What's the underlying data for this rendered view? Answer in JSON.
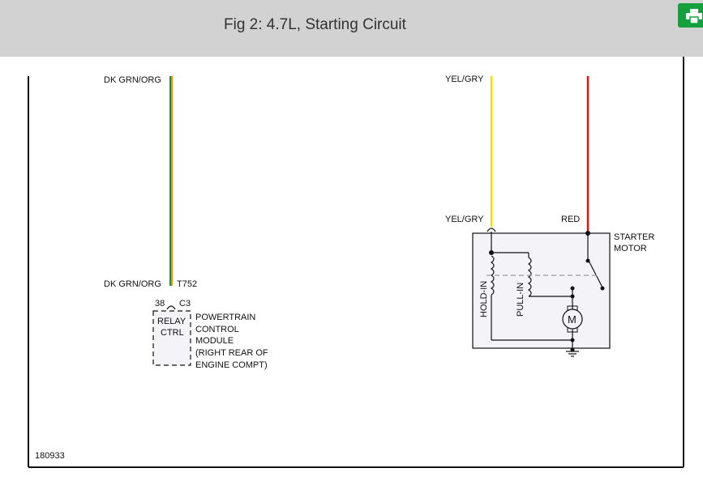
{
  "header": {
    "title": "Fig 2: 4.7L, Starting Circuit",
    "print_icon": "printer-icon",
    "accent_color": "#14a03c"
  },
  "diagram": {
    "wire_left_top": "DK GRN/ORG",
    "wire_left_bottom": "DK GRN/ORG",
    "connector": "T752",
    "pin": "38",
    "pin_connector": "C3",
    "pcm_inner": [
      "RELAY",
      "CTRL"
    ],
    "pcm_label": [
      "POWERTRAIN",
      "CONTROL",
      "MODULE",
      "(RIGHT REAR OF",
      "ENGINE COMPT)"
    ],
    "wire_yel_top": "YEL/GRY",
    "wire_yel_bottom": "YEL/GRY",
    "wire_red": "RED",
    "starter_label": [
      "STARTER",
      "MOTOR"
    ],
    "hold_in": "HOLD-IN",
    "pull_in": "PULL-IN",
    "motor_symbol": "M",
    "doc_id": "180933",
    "colors": {
      "dk_grn_org_a": "#2e8b1e",
      "dk_grn_org_b": "#e8901a",
      "yel_gry": "#f5e000",
      "red": "#e31010"
    }
  }
}
